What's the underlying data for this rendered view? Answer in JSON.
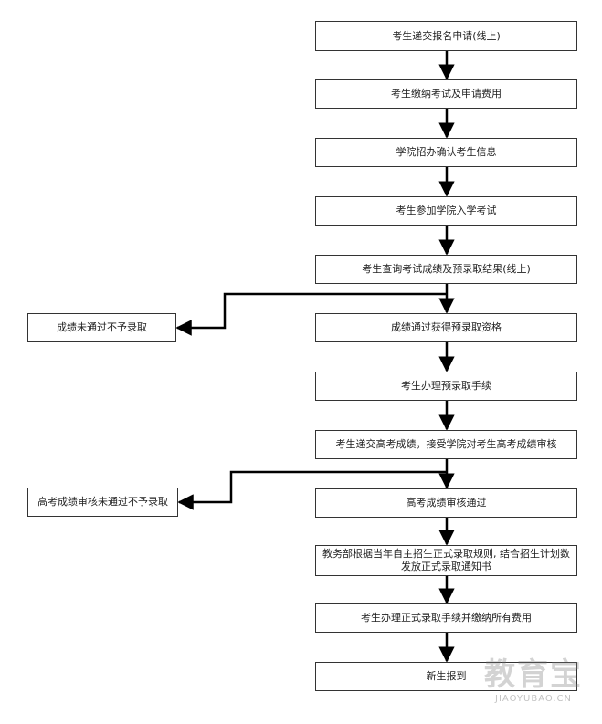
{
  "steps": [
    "考生递交报名申请(线上)",
    "考生缴纳考试及申请费用",
    "学院招办确认考生信息",
    "考生参加学院入学考试",
    "考生查询考试成绩及预录取结果(线上)",
    "成绩通过获得预录取资格",
    "考生办理预录取手续",
    "考生递交高考成绩，接受学院对考生高考成绩审核",
    "高考成绩审核通过",
    "教务部根据当年自主招生正式录取规则, 结合招生计划数发放正式录取通知书",
    "考生办理正式录取手续并缴纳所有费用",
    "新生报到"
  ],
  "rejections": [
    "成绩未通过不予录取",
    "高考成绩审核未通过不予录取"
  ],
  "watermark": {
    "text_cn": "教育宝",
    "text_en": "JIAOYUBAO.CN"
  }
}
